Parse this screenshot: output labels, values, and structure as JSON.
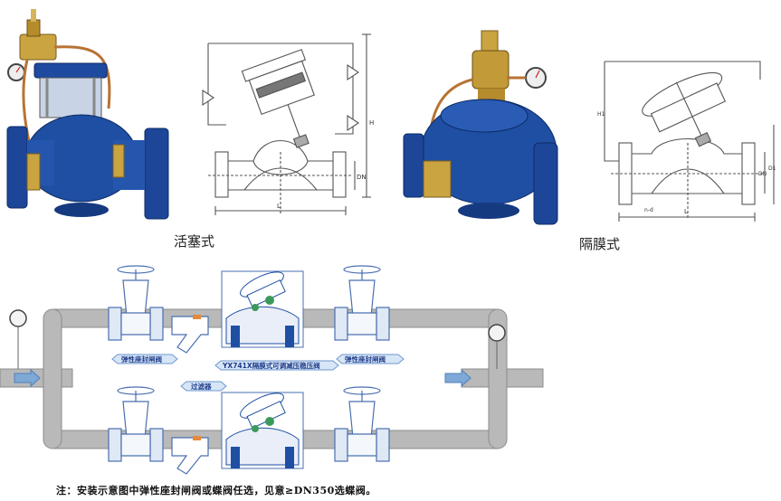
{
  "captions": {
    "piston_type": "活塞式",
    "diaphragm_type": "隔膜式"
  },
  "dimension_labels": {
    "length": "L",
    "height": "H",
    "nominal_diameter": "DN",
    "h1": "H1",
    "d1": "D1",
    "n_d": "n-d"
  },
  "installation": {
    "label_gate_valve_top_left": "弹性座封闸阀",
    "label_gate_valve_top_right": "弹性座封闸阀",
    "label_main_valve": "YX741X隔膜式可调减压稳压阀",
    "label_filter": "过滤器",
    "note": "注：安装示意图中弹性座封闸阀或蝶阀任选，见意≥DN350选蝶阀。"
  },
  "colors": {
    "valve_blue": "#1f4fa3",
    "brass": "#b89436",
    "pipe_gray": "#b4b4b4",
    "drawing_line": "#555555",
    "flow_arrow": "#7ea9d6"
  }
}
